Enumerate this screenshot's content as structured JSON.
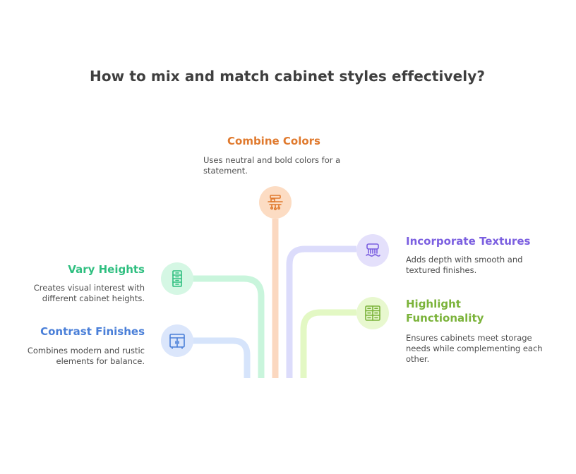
{
  "title": "How to mix and match cabinet styles effectively?",
  "items": {
    "combine_colors": {
      "heading": "Combine Colors",
      "description": "Uses neutral and bold colors for a statement.",
      "color": "#e07a2e",
      "icon": "shelf-icon"
    },
    "incorporate_textures": {
      "heading": "Incorporate Textures",
      "description": "Adds depth with smooth and textured finishes.",
      "color": "#7b5fe0",
      "icon": "texture-brush-icon"
    },
    "vary_heights": {
      "heading": "Vary Heights",
      "description": "Creates visual interest with different cabinet heights.",
      "color": "#2fbf80",
      "icon": "tall-cabinet-icon"
    },
    "highlight_functionality": {
      "heading": "Highlight Functionality",
      "description": "Ensures cabinets meet storage needs while complementing each other.",
      "color": "#7bb33a",
      "icon": "drawer-cabinet-icon"
    },
    "contrast_finishes": {
      "heading": "Contrast Finishes",
      "description": "Combines modern and rustic elements for balance.",
      "color": "#4a7fd8",
      "icon": "sideboard-icon"
    }
  }
}
